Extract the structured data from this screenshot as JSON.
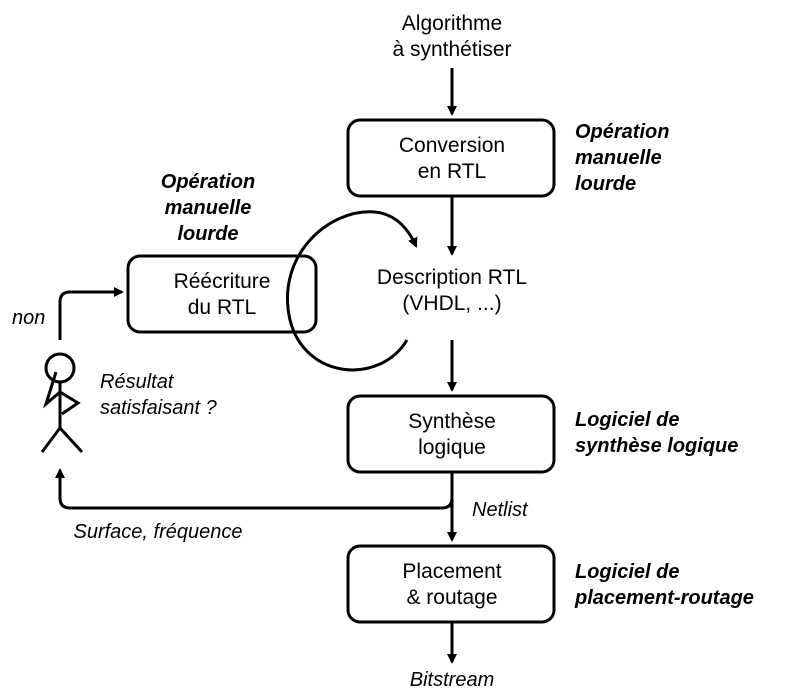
{
  "input": {
    "line1": "Algorithme",
    "line2": "à synthétiser"
  },
  "conversion": {
    "line1": "Conversion",
    "line2": "en RTL"
  },
  "manual_op_right": {
    "line1": "Opération",
    "line2": "manuelle",
    "line3": "lourde"
  },
  "manual_op_left": {
    "line1": "Opération",
    "line2": "manuelle",
    "line3": "lourde"
  },
  "rewrite": {
    "line1": "Réécriture",
    "line2": "du RTL"
  },
  "rtl_description": {
    "line1": "Description RTL",
    "line2": "(VHDL, ...)"
  },
  "decision": {
    "no_label": "non",
    "line1": "Résultat",
    "line2": "satisfaisant ?"
  },
  "synthesis": {
    "line1": "Synthèse",
    "line2": "logique"
  },
  "synthesis_tool": {
    "line1": "Logiciel de",
    "line2": "synthèse logique"
  },
  "netlist": "Netlist",
  "feedback": "Surface, fréquence",
  "placement": {
    "line1": "Placement",
    "line2": "& routage"
  },
  "placement_tool": {
    "line1": "Logiciel de",
    "line2": "placement-routage"
  },
  "output": "Bitstream"
}
